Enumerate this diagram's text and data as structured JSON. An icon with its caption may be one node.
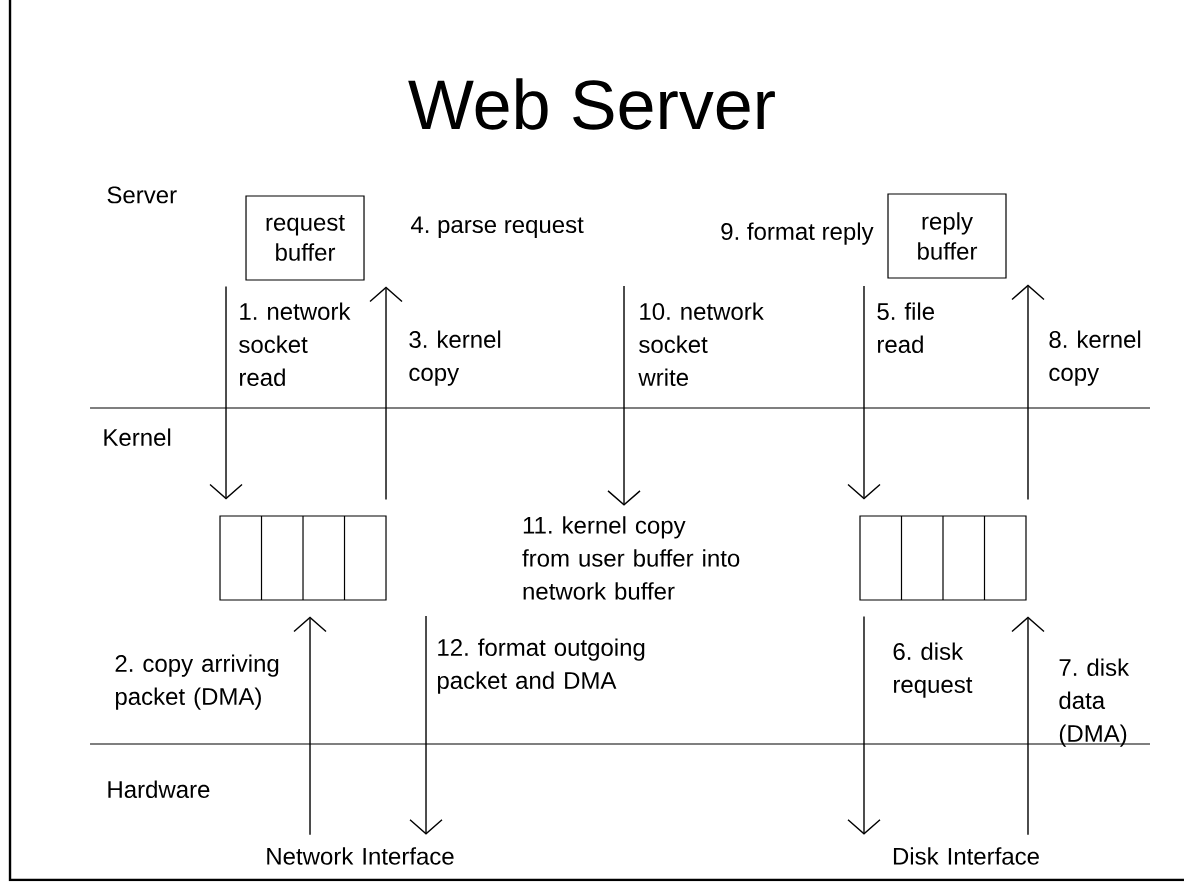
{
  "diagram": {
    "title": "Web Server",
    "nodes": [
      {
        "text": [
          "request buffer"
        ]
      },
      {
        "text": [
          "reply buffer"
        ]
      },
      {
        "text": [],
        "shape": "box"
      },
      {
        "text": [],
        "shape": "box"
      },
      {
        "text": [
          "Network Interface"
        ]
      },
      {
        "text": [
          "Disk Interface"
        ]
      },
      {
        "text": [
          "11. kernel copy from user buffer into network buffer"
        ]
      }
    ],
    "edges": [
      {
        "from": 0,
        "to": 2,
        "arrow": "to",
        "label": "1. network socket read"
      },
      {
        "from": 4,
        "to": 2,
        "arrow": "to",
        "label": "2. copy arriving packet (DMA)"
      },
      {
        "from": 2,
        "to": 0,
        "arrow": "to",
        "label": "3. kernel copy"
      },
      {
        "from": null,
        "to": 3,
        "arrow": "to",
        "label": "5. file read"
      },
      {
        "from": 3,
        "to": 5,
        "arrow": "to",
        "label": "6. disk request"
      },
      {
        "from": 5,
        "to": 3,
        "arrow": "to",
        "label": "7. disk data (DMA)"
      },
      {
        "from": 3,
        "to": 1,
        "arrow": "to",
        "label": "8. kernel copy"
      },
      {
        "from": null,
        "to": 6,
        "arrow": "to",
        "label": "10. network socket write"
      },
      {
        "from": null,
        "to": 4,
        "arrow": "to",
        "label": "12. format outgoing packet and DMA"
      }
    ],
    "labels": [
      "Server",
      "4. parse request",
      "9. format reply",
      "Kernel",
      "Hardware"
    ]
  }
}
